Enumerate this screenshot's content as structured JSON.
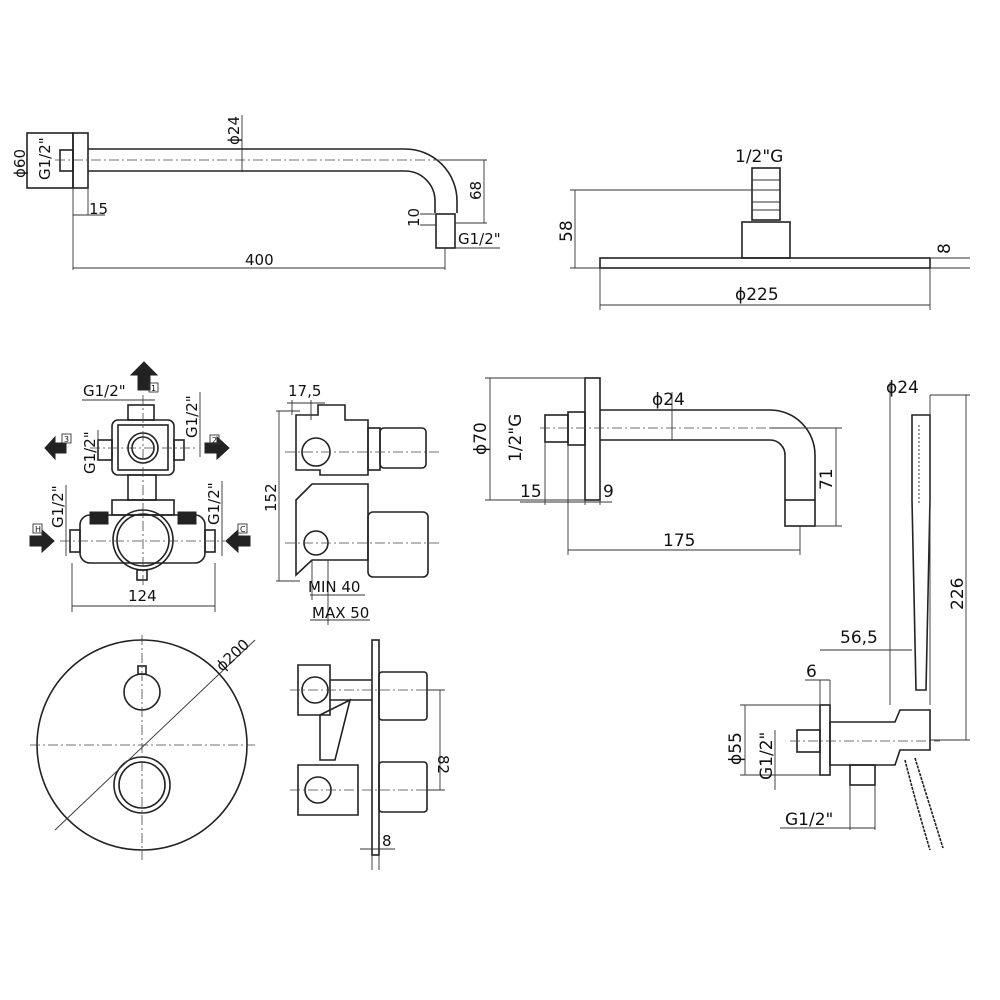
{
  "shower_arm": {
    "plate_dia": "ϕ60",
    "inlet_thread": "G1/2\"",
    "pipe_dia": "ϕ24",
    "plate_depth": "15",
    "nut_height": "10",
    "drop": "68",
    "outlet_thread": "G1/2\"",
    "length": "400"
  },
  "shower_head": {
    "thread": "1/2\"G",
    "height": "58",
    "thickness": "8",
    "diameter": "ϕ225"
  },
  "valve_body": {
    "top_thread": "G1/2\"",
    "right_thread": "G1/2\"",
    "left_thread": "G1/2\"",
    "hot_thread": "G1/2\"",
    "cold_thread": "G1/2\"",
    "width": "124",
    "port_labels": [
      "1",
      "2",
      "3",
      "H",
      "C"
    ]
  },
  "valve_side": {
    "offset": "17,5",
    "height": "152",
    "min_depth": "MIN 40",
    "max_depth": "MAX 50"
  },
  "trim_plate": {
    "diameter": "ϕ200",
    "knob_spacing": "82",
    "plate_thickness": "8"
  },
  "wall_spout": {
    "plate_dia": "ϕ70",
    "thread": "1/2\"G",
    "pipe_dia": "ϕ24",
    "nipple": "15",
    "plate_depth": "9",
    "drop": "71",
    "projection": "175"
  },
  "hand_shower": {
    "handle_dia": "ϕ24",
    "handle_length": "226",
    "outlet_projection": "56,5",
    "plate_depth": "6",
    "plate_dia": "ϕ55",
    "inlet_thread": "G1/2\"",
    "hose_thread": "G1/2\""
  }
}
